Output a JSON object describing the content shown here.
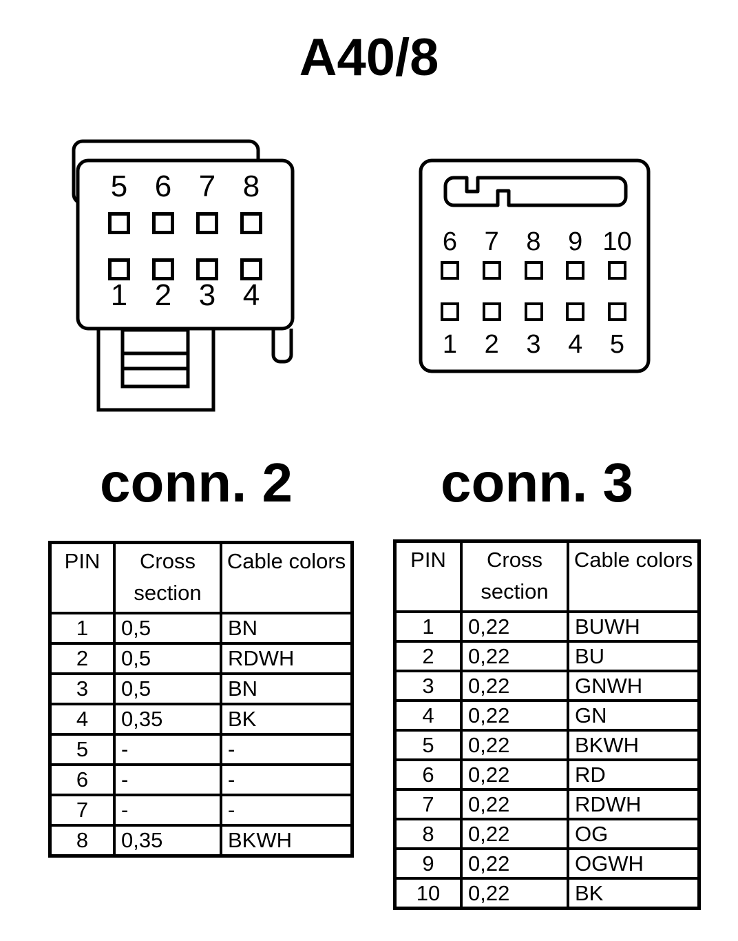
{
  "title": "A40/8",
  "connectors": [
    {
      "label": "conn. 2",
      "top_pin_labels": [
        "5",
        "6",
        "7",
        "8"
      ],
      "bottom_pin_labels": [
        "1",
        "2",
        "3",
        "4"
      ]
    },
    {
      "label": "conn. 3",
      "top_pin_labels": [
        "6",
        "7",
        "8",
        "9",
        "10"
      ],
      "bottom_pin_labels": [
        "1",
        "2",
        "3",
        "4",
        "5"
      ]
    }
  ],
  "tables": [
    {
      "connector": "conn. 2",
      "headers": [
        "PIN",
        "Cross section",
        "Cable colors"
      ],
      "rows": [
        [
          "1",
          "0,5",
          "BN"
        ],
        [
          "2",
          "0,5",
          "RDWH"
        ],
        [
          "3",
          "0,5",
          "BN"
        ],
        [
          "4",
          "0,35",
          "BK"
        ],
        [
          "5",
          "-",
          "-"
        ],
        [
          "6",
          "-",
          "-"
        ],
        [
          "7",
          "-",
          "-"
        ],
        [
          "8",
          "0,35",
          "BKWH"
        ]
      ]
    },
    {
      "connector": "conn. 3",
      "headers": [
        "PIN",
        "Cross section",
        "Cable colors"
      ],
      "rows": [
        [
          "1",
          "0,22",
          "BUWH"
        ],
        [
          "2",
          "0,22",
          "BU"
        ],
        [
          "3",
          "0,22",
          "GNWH"
        ],
        [
          "4",
          "0,22",
          "GN"
        ],
        [
          "5",
          "0,22",
          "BKWH"
        ],
        [
          "6",
          "0,22",
          "RD"
        ],
        [
          "7",
          "0,22",
          "RDWH"
        ],
        [
          "8",
          "0,22",
          "OG"
        ],
        [
          "9",
          "0,22",
          "OGWH"
        ],
        [
          "10",
          "0,22",
          "BK"
        ]
      ]
    }
  ],
  "colors": {
    "ink": "#000000",
    "paper": "#ffffff"
  }
}
